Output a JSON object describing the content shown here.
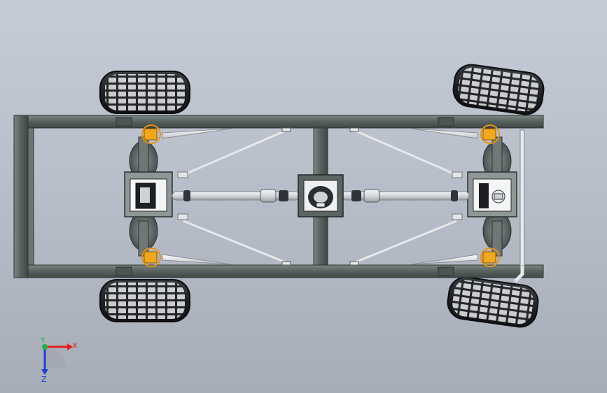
{
  "viewport": {
    "background": "#b9bfca",
    "frame_color": "#5d6663",
    "tire_color": "#2b2d31",
    "shaft_color": "#d9dbde",
    "bushing_color": "#f2a81d"
  },
  "triad": {
    "x_label": "X",
    "y_label": "Y",
    "z_label": "Z",
    "x_color": "#e02020",
    "y_color": "#22b14c",
    "z_color": "#2040d0"
  }
}
